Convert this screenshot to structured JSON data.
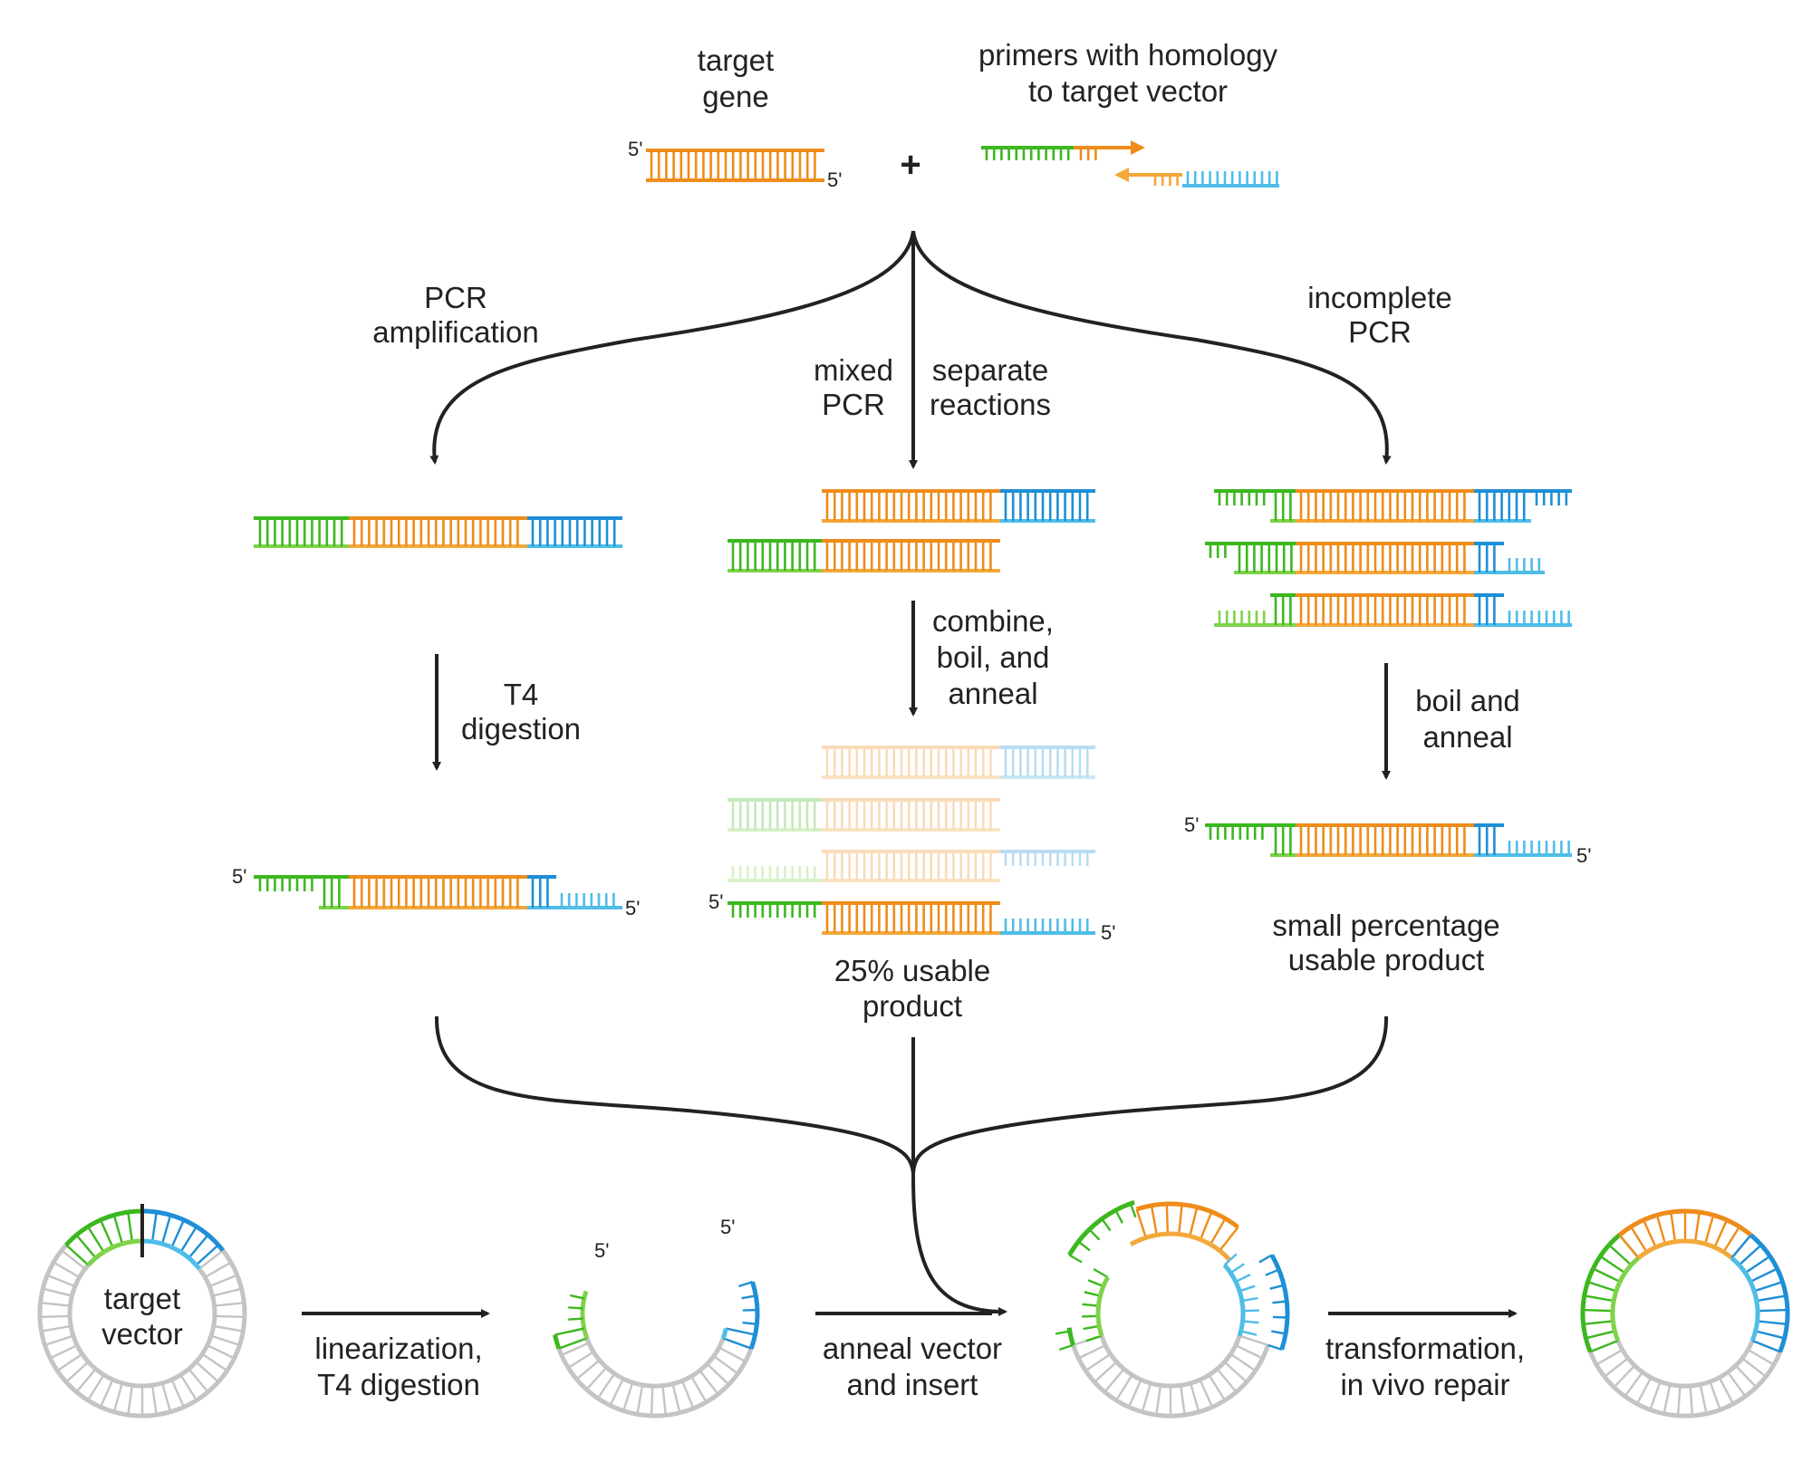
{
  "labels": {
    "target_gene_1": "target",
    "target_gene_2": "gene",
    "primers_1": "primers with homology",
    "primers_2": "to target vector",
    "plus": "+",
    "pcr_amp_1": "PCR",
    "pcr_amp_2": "amplification",
    "mixed_1": "mixed",
    "mixed_2": "PCR",
    "separate_1": "separate",
    "separate_2": "reactions",
    "incomplete_1": "incomplete",
    "incomplete_2": "PCR",
    "t4_1": "T4",
    "t4_2": "digestion",
    "combine_1": "combine,",
    "combine_2": "boil, and",
    "combine_3": "anneal",
    "boil_1": "boil and",
    "boil_2": "anneal",
    "usable25_1": "25% usable",
    "usable25_2": "product",
    "small_pct_1": "small percentage",
    "small_pct_2": "usable product",
    "target_vector_1": "target",
    "target_vector_2": "vector",
    "linearization_1": "linearization,",
    "linearization_2": "T4 digestion",
    "anneal_vi_1": "anneal vector",
    "anneal_vi_2": "and insert",
    "transformation_1": "transformation,",
    "transformation_2": "in vivo repair",
    "five_prime": "5'"
  },
  "colors": {
    "green": "#3cb81f",
    "light_green": "#7fd24a",
    "orange": "#ef8c1a",
    "light_orange": "#f3a83a",
    "blue": "#1e8fd6",
    "light_blue": "#4fbde8",
    "gray": "#c4c4c4",
    "arrow": "#222222"
  }
}
